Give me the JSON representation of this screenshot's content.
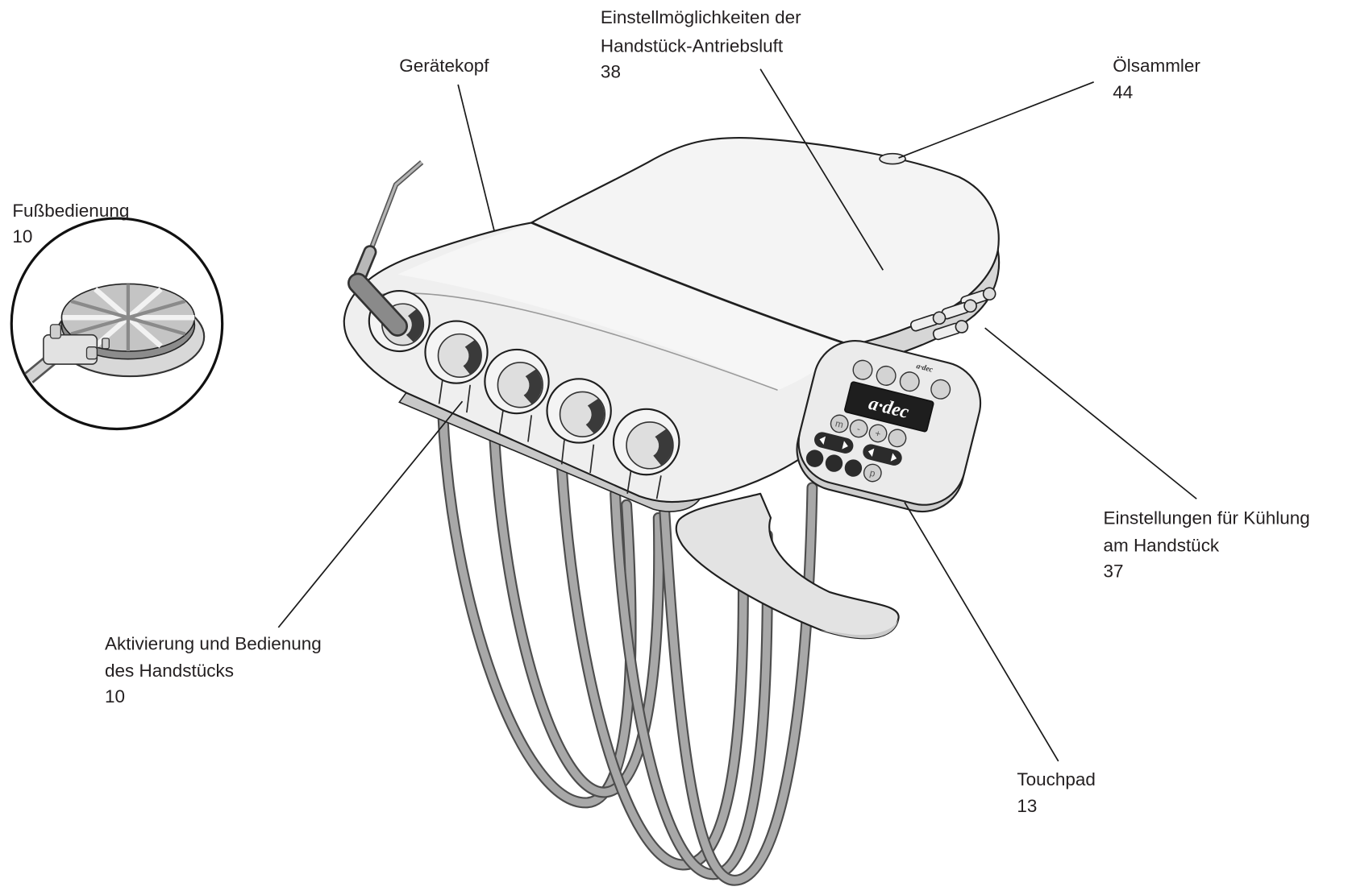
{
  "callouts": {
    "air_settings": {
      "line1": "Einstellmöglichkeiten der",
      "line2": "Handstück-Antriebsluft",
      "page": "38"
    },
    "device_head": {
      "label": "Gerätekopf"
    },
    "oil_collector": {
      "label": "Ölsammler",
      "page": "44"
    },
    "foot_control": {
      "label": "Fußbedienung",
      "page": "10"
    },
    "handpiece_activation": {
      "line1": "Aktivierung und Bedienung",
      "line2": "des Handstücks",
      "page": "10"
    },
    "coolant_settings": {
      "line1": "Einstellungen für Kühlung",
      "line2": "am Handstück",
      "page": "37"
    },
    "touchpad": {
      "label": "Touchpad",
      "page": "13"
    }
  },
  "touchpad_panel": {
    "display_logo": "a·dec",
    "small_logo": "a·dec",
    "keys": {
      "m": "m",
      "minus": "-",
      "plus": "+",
      "p": "p"
    }
  },
  "colors": {
    "text": "#231f20",
    "body": "#eeeeee",
    "hose": "#a8a8a8",
    "display": "#1e1e1e"
  }
}
